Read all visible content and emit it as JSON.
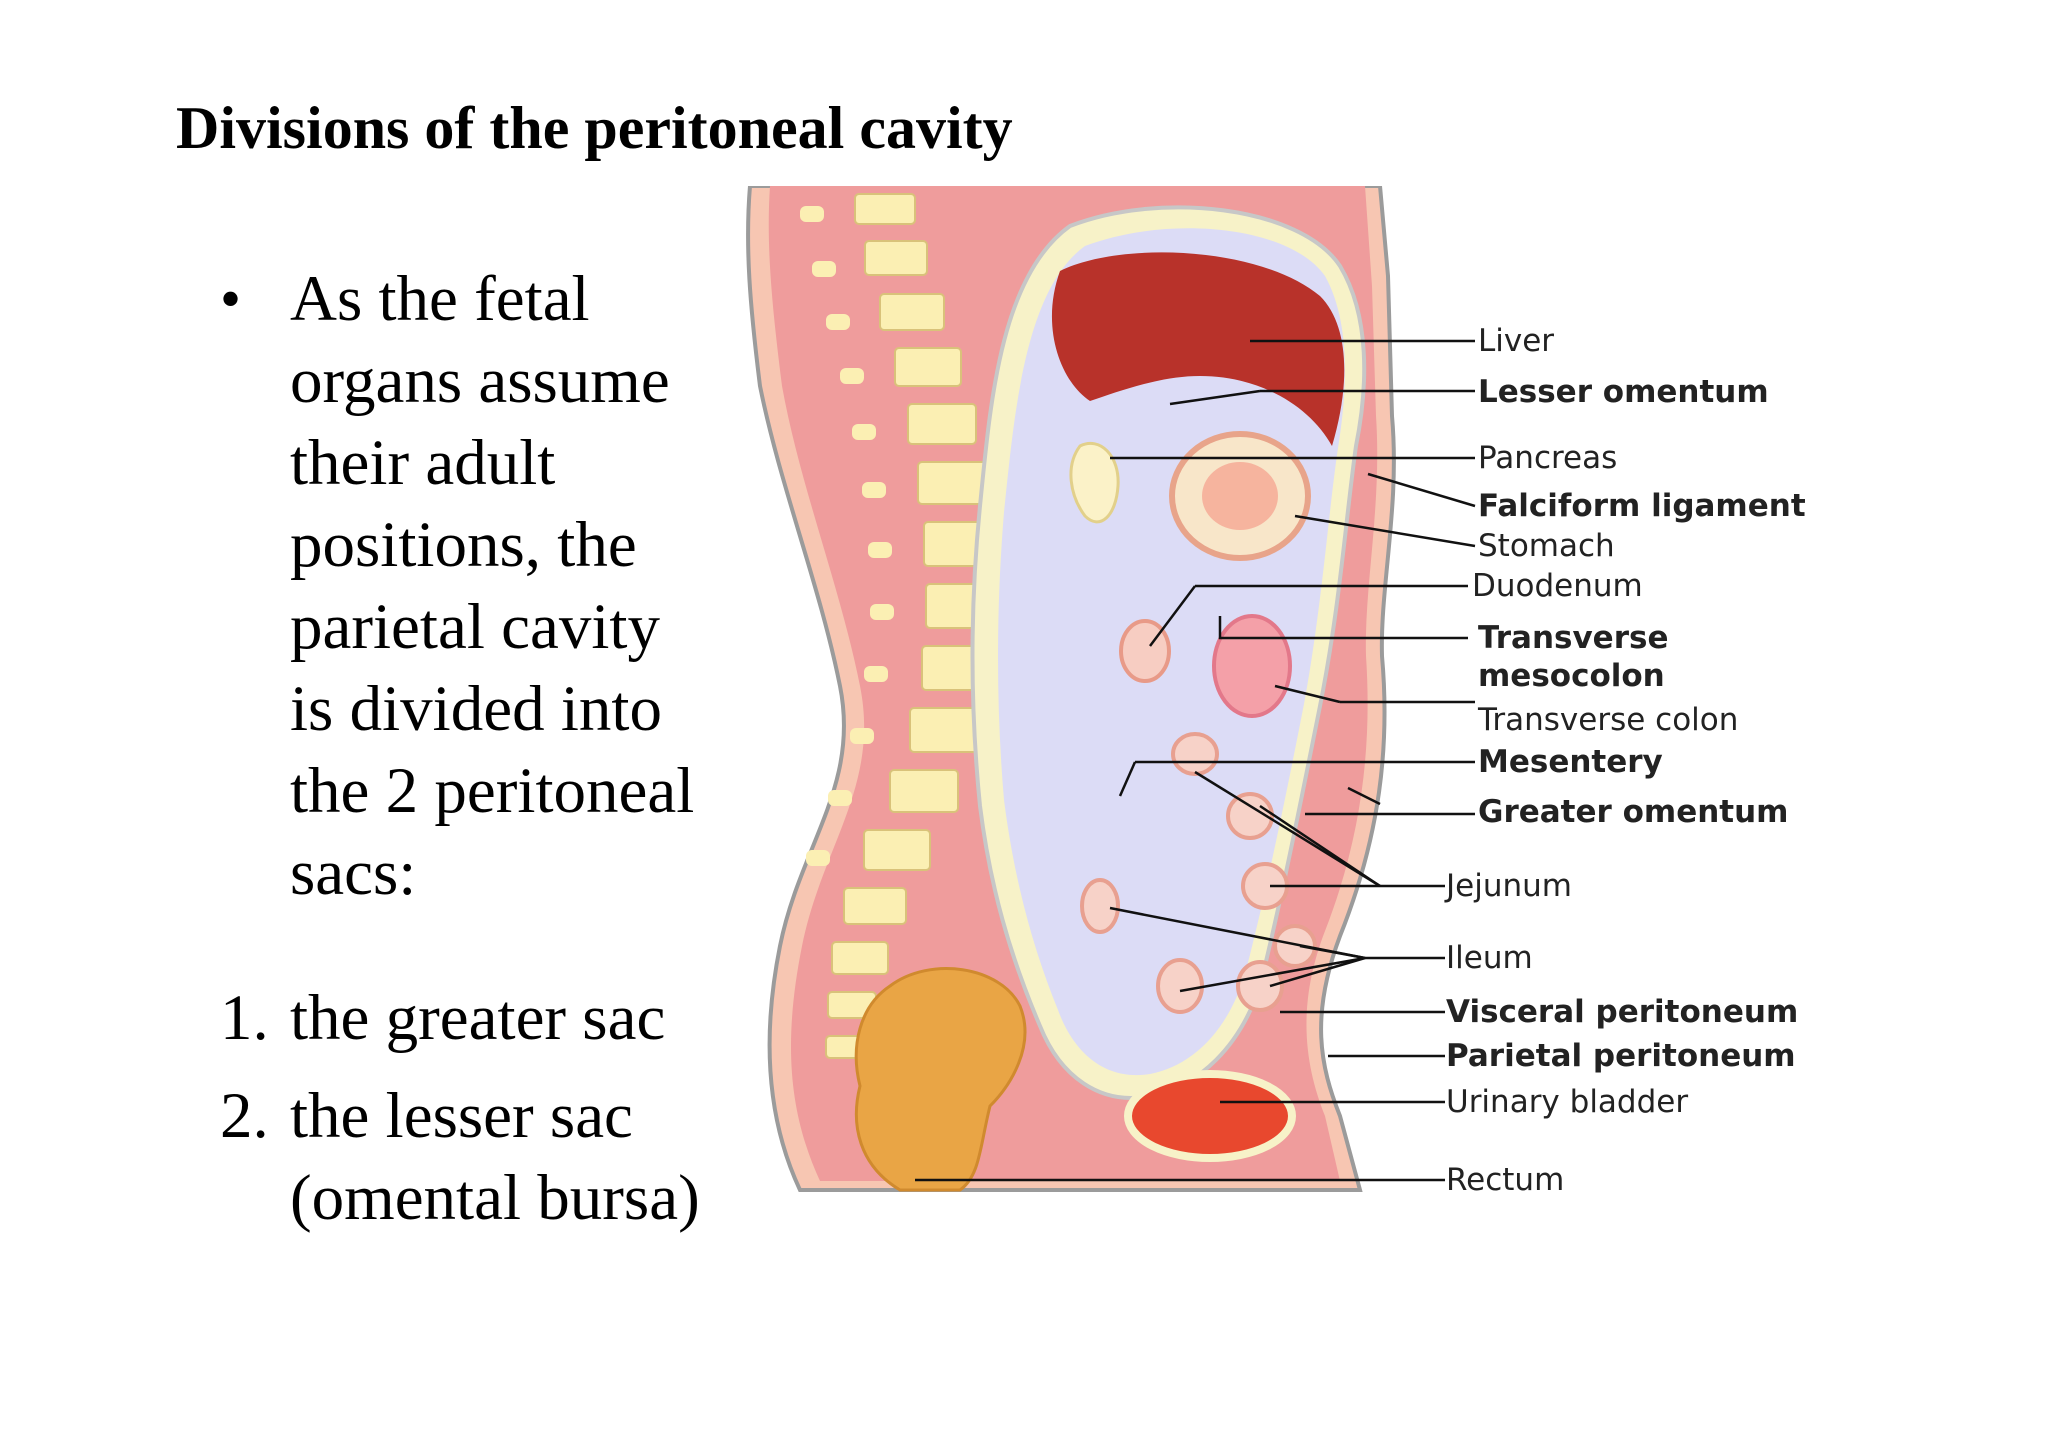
{
  "title": "Divisions of the peritoneal cavity",
  "bullet": {
    "symbol": "•",
    "lines": [
      "As the fetal",
      "organs assume",
      "their adult",
      "positions, the",
      "parietal cavity",
      "is divided into",
      "the 2 peritoneal",
      "sacs:"
    ]
  },
  "list": [
    {
      "num": "1.",
      "lines": [
        "the greater sac"
      ]
    },
    {
      "num": "2.",
      "lines": [
        "the lesser sac",
        "(omental bursa)"
      ]
    }
  ],
  "figure": {
    "labels": [
      "Liver",
      "Lesser omentum",
      "Pancreas",
      "Falciform ligament",
      "Stomach",
      "Duodenum",
      "Transverse",
      "mesocolon",
      "Transverse colon",
      "Mesentery",
      "Greater omentum",
      "Jejunum",
      "Ileum",
      "Visceral peritoneum",
      "Parietal peritoneum",
      "Urinary bladder",
      "Rectum"
    ]
  }
}
